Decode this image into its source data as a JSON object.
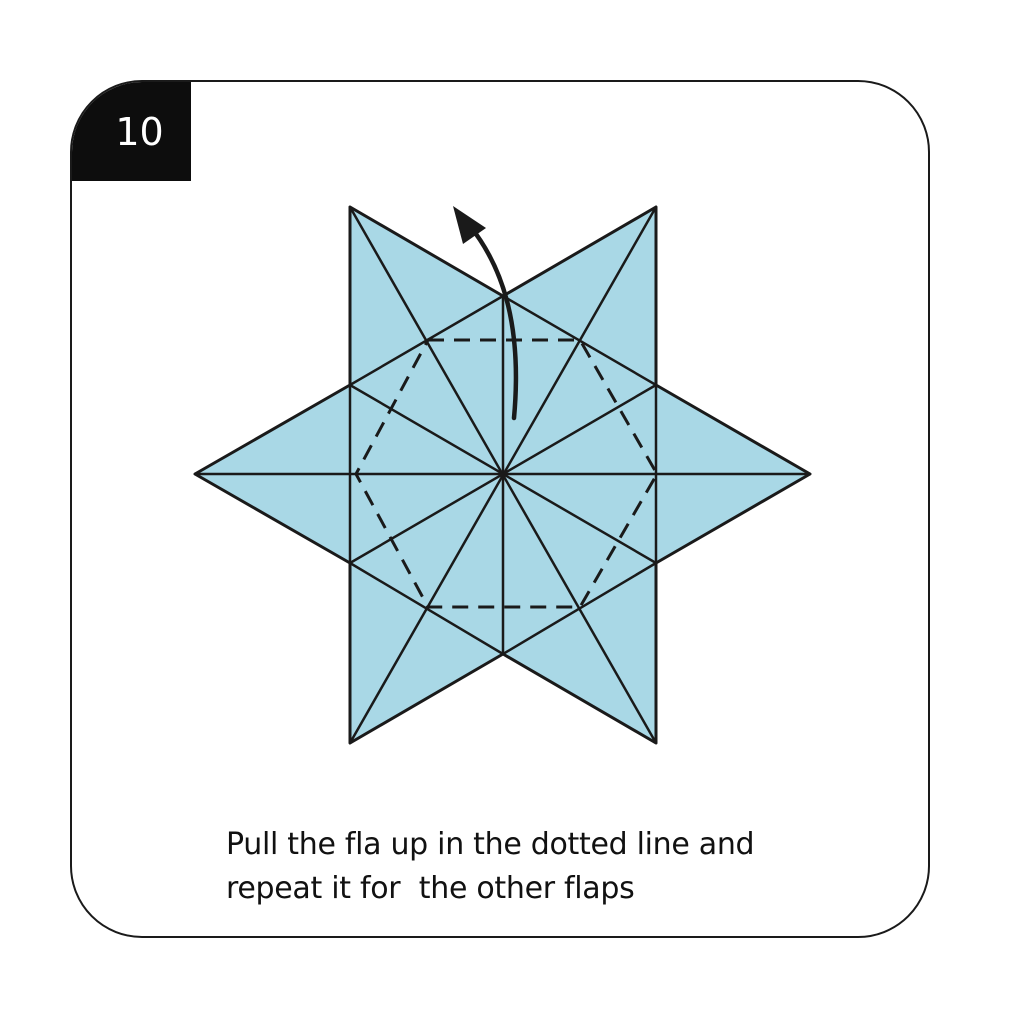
{
  "step": {
    "number": "10"
  },
  "instruction": {
    "line1": "Pull the fla up in the dotted line and",
    "line2": "repeat it for  the other flaps"
  },
  "colors": {
    "paper": "#a9d8e6",
    "stroke": "#1a1a1a",
    "badge": "#0d0d0d"
  },
  "icons": {
    "fold_arrow": "curved-arrow-up-icon"
  }
}
